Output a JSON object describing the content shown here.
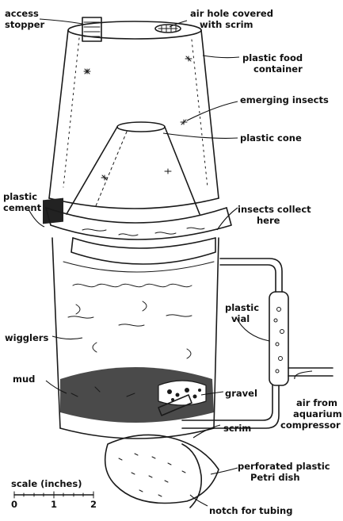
{
  "labels": {
    "access_stopper": [
      "access",
      "stopper"
    ],
    "air_hole": [
      "air hole covered",
      "with scrim"
    ],
    "food_container": [
      "plastic food",
      "container"
    ],
    "emerging_insects": "emerging insects",
    "plastic_cone": "plastic cone",
    "plastic_cement": [
      "plastic",
      "cement"
    ],
    "insects_collect": [
      "insects collect",
      "here"
    ],
    "plastic_vial": [
      "plastic",
      "vial"
    ],
    "wigglers": "wigglers",
    "mud": "mud",
    "gravel": "gravel",
    "air_from_compressor": [
      "air from",
      "aquarium",
      "compressor"
    ],
    "scrim": "scrim",
    "petri_dish": [
      "perforated plastic",
      "Petri dish"
    ],
    "notch": "notch for tubing"
  },
  "scale": {
    "title": "scale (inches)",
    "ticks": [
      "0",
      "1",
      "2"
    ]
  }
}
